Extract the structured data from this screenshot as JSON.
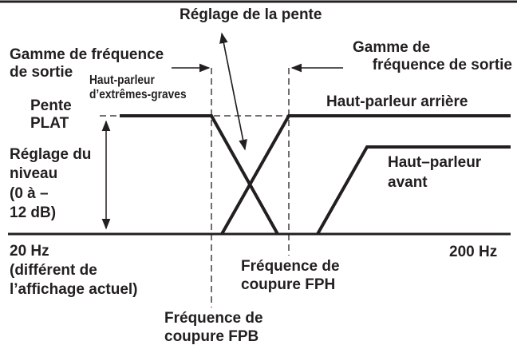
{
  "labels": {
    "slope_adjust": "Réglage de la pente",
    "output_range_left": [
      "Gamme de fréquence",
      "de sortie"
    ],
    "output_range_right": [
      "Gamme de",
      "fréquence de sortie"
    ],
    "subwoofer": [
      "Haut-parleur",
      "d’extrêmes-graves"
    ],
    "slope_flat": [
      "Pente",
      "PLAT"
    ],
    "rear_speaker": "Haut-parleur arrière",
    "level_adjust": [
      "Réglage du",
      "niveau",
      "(0 à –",
      "12 dB)"
    ],
    "front_speaker": [
      "Haut–parleur",
      "avant"
    ],
    "freq_min": [
      "20 Hz",
      "(différent de",
      "l’affichage actuel)"
    ],
    "freq_max": "200 Hz",
    "hpf_cutoff": [
      "Fréquence de",
      "coupure FPH"
    ],
    "lpf_cutoff": [
      "Fréquence de",
      "coupure FPB"
    ]
  },
  "colors": {
    "ink": "#231f20",
    "background": "#ffffff"
  }
}
